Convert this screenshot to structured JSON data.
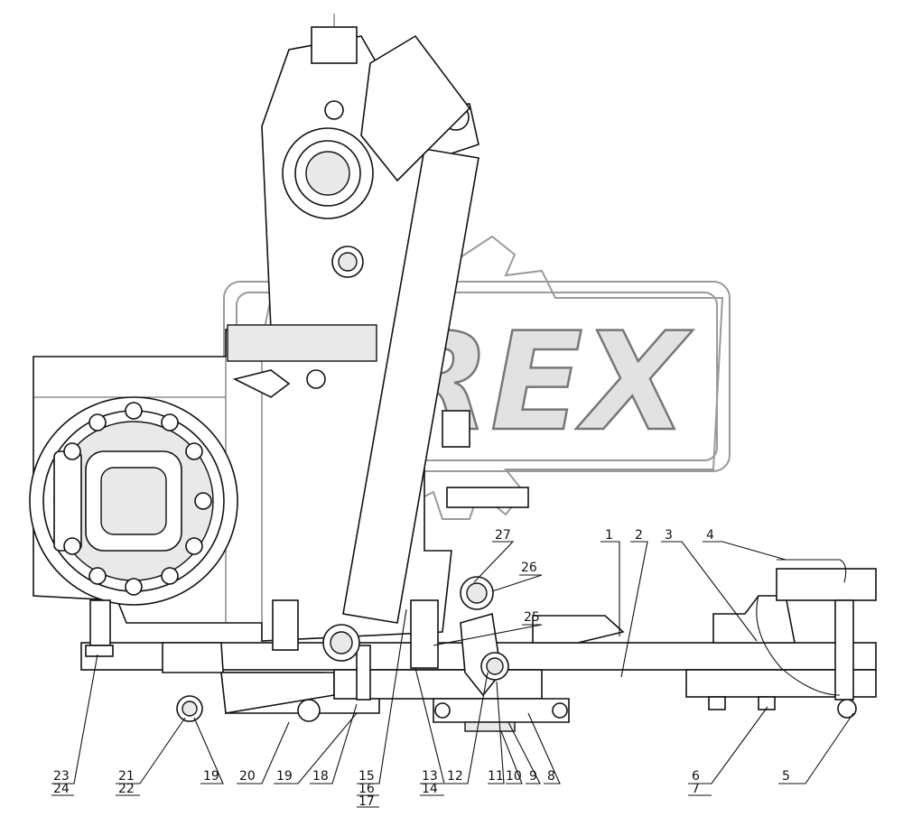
{
  "watermark": {
    "text": "OREX"
  },
  "labels": [
    {
      "id": "1",
      "text": "1"
    },
    {
      "id": "2",
      "text": "2"
    },
    {
      "id": "3",
      "text": "3"
    },
    {
      "id": "4",
      "text": "4"
    },
    {
      "id": "5",
      "text": "5"
    },
    {
      "id": "6",
      "text": "6"
    },
    {
      "id": "7",
      "text": "7"
    },
    {
      "id": "8",
      "text": "8"
    },
    {
      "id": "9",
      "text": "9"
    },
    {
      "id": "10",
      "text": "10"
    },
    {
      "id": "11",
      "text": "11"
    },
    {
      "id": "12",
      "text": "12"
    },
    {
      "id": "13",
      "text": "13"
    },
    {
      "id": "14",
      "text": "14"
    },
    {
      "id": "15",
      "text": "15"
    },
    {
      "id": "16",
      "text": "16"
    },
    {
      "id": "17",
      "text": "17"
    },
    {
      "id": "18",
      "text": "18"
    },
    {
      "id": "19a",
      "text": "19"
    },
    {
      "id": "19b",
      "text": "19"
    },
    {
      "id": "20",
      "text": "20"
    },
    {
      "id": "21",
      "text": "21"
    },
    {
      "id": "22",
      "text": "22"
    },
    {
      "id": "23",
      "text": "23"
    },
    {
      "id": "24",
      "text": "24"
    },
    {
      "id": "25",
      "text": "25"
    },
    {
      "id": "26",
      "text": "26"
    },
    {
      "id": "27",
      "text": "27"
    }
  ]
}
